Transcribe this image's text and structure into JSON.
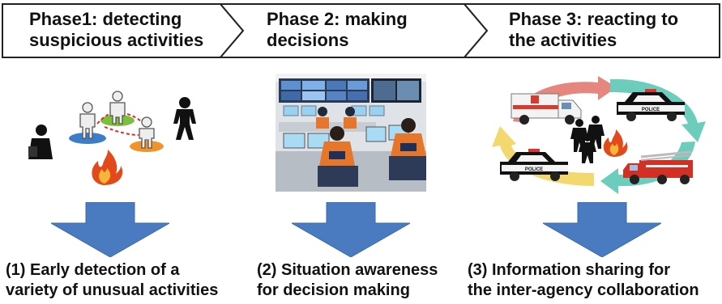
{
  "phases": [
    {
      "label": "Phase1: detecting\nsuspicious activities"
    },
    {
      "label": "Phase 2: making\ndecisions"
    },
    {
      "label": "Phase 3: reacting to\nthe activities"
    }
  ],
  "captions": [
    {
      "text": "(1) Early detection of a\nvariety of unusual activities"
    },
    {
      "text": "(2) Situation awareness\nfor decision making"
    },
    {
      "text": "(3) Information sharing for\nthe inter-agency collaboration"
    }
  ],
  "icons": {
    "phase1": [
      "person-icon",
      "person-icon",
      "person-icon",
      "person-icon",
      "person-with-bag-icon",
      "fire-icon"
    ],
    "phase2": [
      "control-room-image"
    ],
    "phase3": [
      "ambulance-icon",
      "police-car-icon",
      "police-car-icon",
      "fire-truck-icon",
      "crowd-icon",
      "fire-icon"
    ]
  },
  "vehicle_labels": {
    "police": "POLICE"
  },
  "colors": {
    "arrow_blue": "#4a7bc0",
    "arrow_blue_dark": "#3a69ad",
    "cycle_teal": "#6ccdbd",
    "cycle_yellow": "#f3d870",
    "cycle_red": "#e5877f",
    "fire": "#e34a1b"
  }
}
